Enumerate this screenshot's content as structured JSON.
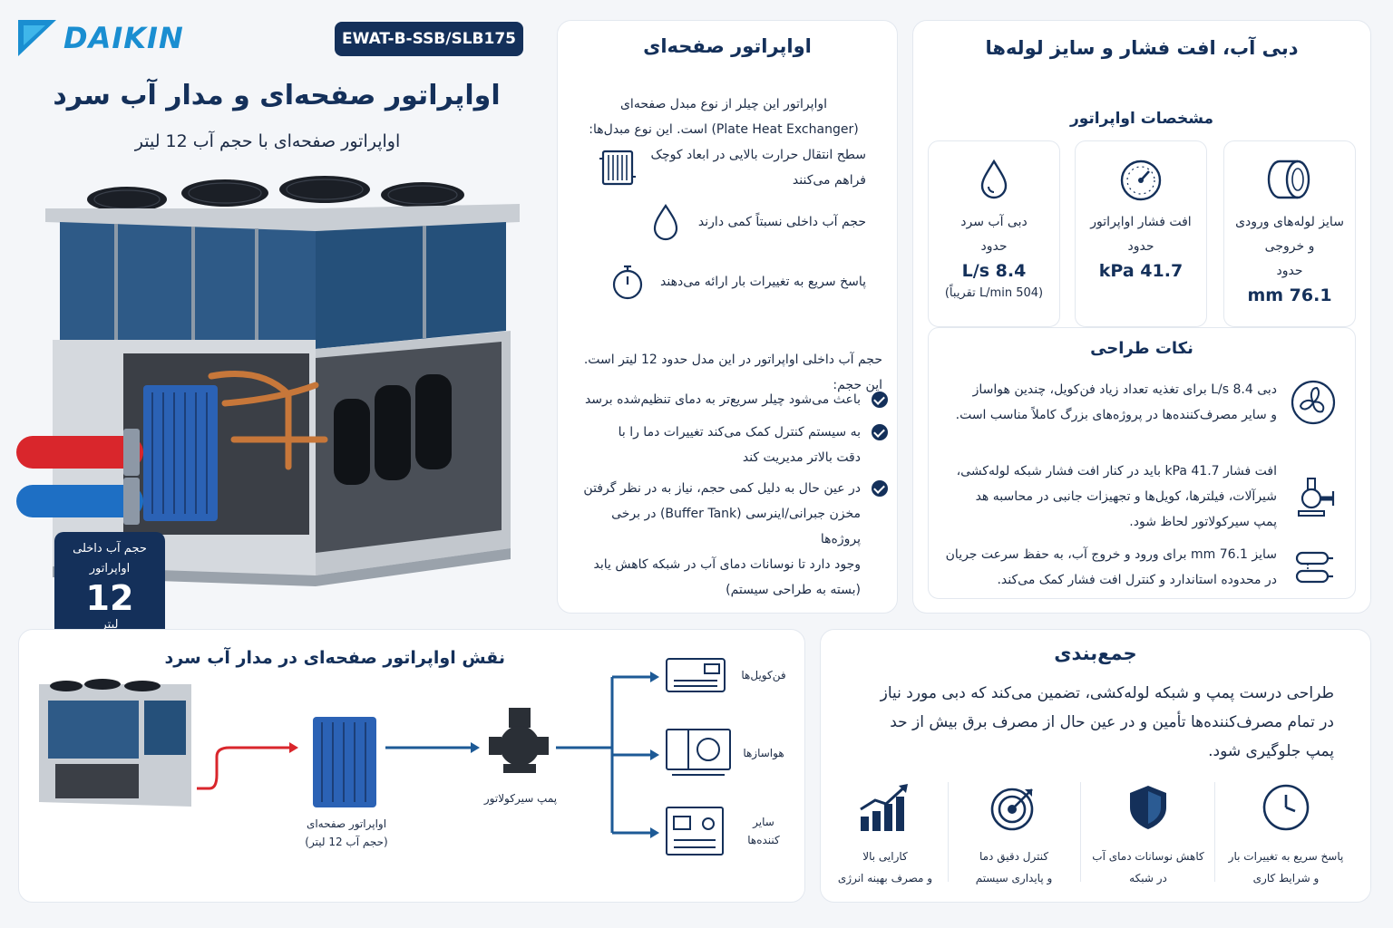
{
  "header": {
    "brand": "DAIKIN",
    "model": "EWAT-B-SSB/SLB175",
    "title": "اواپراتور صفحه‌ای و مدار آب سرد",
    "subtitle": "اواپراتور صفحه‌ای با حجم آب 12 لیتر"
  },
  "volume_badge": {
    "line1": "حجم آب داخلی",
    "line2": "اواپراتور",
    "value": "12",
    "unit": "لیتر"
  },
  "evaporator": {
    "title": "اواپراتور صفحه‌ای",
    "intro_line1": "اواپراتور این چیلر از نوع مبدل صفحه‌ای",
    "intro_line2": "(Plate Heat Exchanger) است. این نوع مبدل‌ها:",
    "features": [
      {
        "icon": "plate-exchanger-icon",
        "line1": "سطح انتقال حرارت بالایی در ابعاد کوچک",
        "line2": "فراهم می‌کنند"
      },
      {
        "icon": "water-drop-icon",
        "line1": "حجم آب داخلی نسبتاً کمی دارند",
        "line2": ""
      },
      {
        "icon": "stopwatch-icon",
        "line1": "پاسخ سریع به تغییرات بار ارائه می‌دهند",
        "line2": ""
      }
    ],
    "para_line1": "حجم آب داخلی اواپراتور در این مدل حدود 12 لیتر است.",
    "para_line2": "این حجم:",
    "bullets": [
      {
        "line1": "باعث می‌شود چیلر سریع‌تر به دمای تنظیم‌شده برسد",
        "line2": "",
        "line3": "",
        "line4": ""
      },
      {
        "line1": "به سیستم کنترل کمک می‌کند تغییرات دما را با",
        "line2": "دقت بالاتر مدیریت کند",
        "line3": "",
        "line4": ""
      },
      {
        "line1": "در عین حال به دلیل کمی حجم، نیاز به در نظر گرفتن",
        "line2": "مخزن جبرانی/اینرسی (Buffer Tank) در برخی پروژه‌ها",
        "line3": "وجود دارد تا نوسانات دمای آب در شبکه کاهش یابد",
        "line4": "(بسته به طراحی سیستم)"
      }
    ]
  },
  "flow": {
    "title": "دبی آب، افت فشار و سایز لوله‌ها",
    "spec_title": "مشخصات اواپراتور",
    "specs": [
      {
        "icon": "water-drop-icon",
        "label1": "دبی آب سرد",
        "label2": "حدود",
        "label3": "",
        "value": "8.4 L/s",
        "note": "(504 L/min تقریباً)"
      },
      {
        "icon": "pressure-gauge-icon",
        "label1": "افت فشار اواپراتور",
        "label2": "حدود",
        "label3": "",
        "value": "41.7 kPa",
        "note": ""
      },
      {
        "icon": "pipe-icon",
        "label1": "سایز لوله‌های ورودی",
        "label2": "و خروجی",
        "label3": "حدود",
        "value": "76.1 mm",
        "note": ""
      }
    ],
    "design_title": "نکات طراحی",
    "design_notes": [
      {
        "icon": "fan-icon",
        "line1": "دبی 8.4 L/s برای تغذیه تعداد زیاد فن‌کویل، چندین هواساز",
        "line2": "و سایر مصرف‌کننده‌ها در پروژه‌های بزرگ کاملاً مناسب است.",
        "line3": ""
      },
      {
        "icon": "pump-icon",
        "line1": "افت فشار 41.7 kPa باید در کنار افت فشار شبکه لوله‌کشی،",
        "line2": "شیرآلات، فیلترها، کویل‌ها و تجهیزات جانبی در محاسبه هد",
        "line3": "پمپ سیرکولاتور لحاظ شود."
      },
      {
        "icon": "pipe-diagram-icon",
        "line1": "سایز 76.1 mm برای ورود و خروج آب، به حفظ سرعت جریان",
        "line2": "در محدوده استاندارد و کنترل افت فشار کمک می‌کند.",
        "line3": ""
      }
    ]
  },
  "role": {
    "title": "نقش اواپراتور صفحه‌ای در مدار آب سرد",
    "evap_caption1": "اواپراتور صفحه‌ای",
    "evap_caption2": "(حجم آب 12 لیتر)",
    "pump_caption": "پمپ سیرکولاتور",
    "consumers": [
      {
        "label1": "فن‌کویل‌ها",
        "label2": ""
      },
      {
        "label1": "هواسازها",
        "label2": ""
      },
      {
        "label1": "سایر",
        "label2": "کننده‌ها"
      }
    ]
  },
  "summary": {
    "title": "جمع‌بندی",
    "line1": "طراحی درست پمپ و شبکه لوله‌کشی، تضمین می‌کند که دبی مورد نیاز",
    "line2": "در تمام مصرف‌کننده‌ها تأمین و در عین حال از مصرف برق بیش از حد",
    "line3": "پمپ جلوگیری شود.",
    "benefits": [
      {
        "icon": "clock-icon",
        "line1": "پاسخ سریع به تغییرات بار",
        "line2": "و شرایط کاری"
      },
      {
        "icon": "shield-icon",
        "line1": "کاهش نوسانات دمای آب",
        "line2": "در شبکه"
      },
      {
        "icon": "target-icon",
        "line1": "کنترل دقیق دما",
        "line2": "و پایداری سیستم"
      },
      {
        "icon": "growth-chart-icon",
        "line1": "کارایی بالا",
        "line2": "و مصرف بهینه انرژی"
      }
    ]
  },
  "colors": {
    "navy": "#14305a",
    "brand_blue": "#1a8ed1",
    "hot_pipe": "#d9262c",
    "cold_pipe": "#1e6fc4",
    "arrow_blue": "#1d5a96"
  }
}
